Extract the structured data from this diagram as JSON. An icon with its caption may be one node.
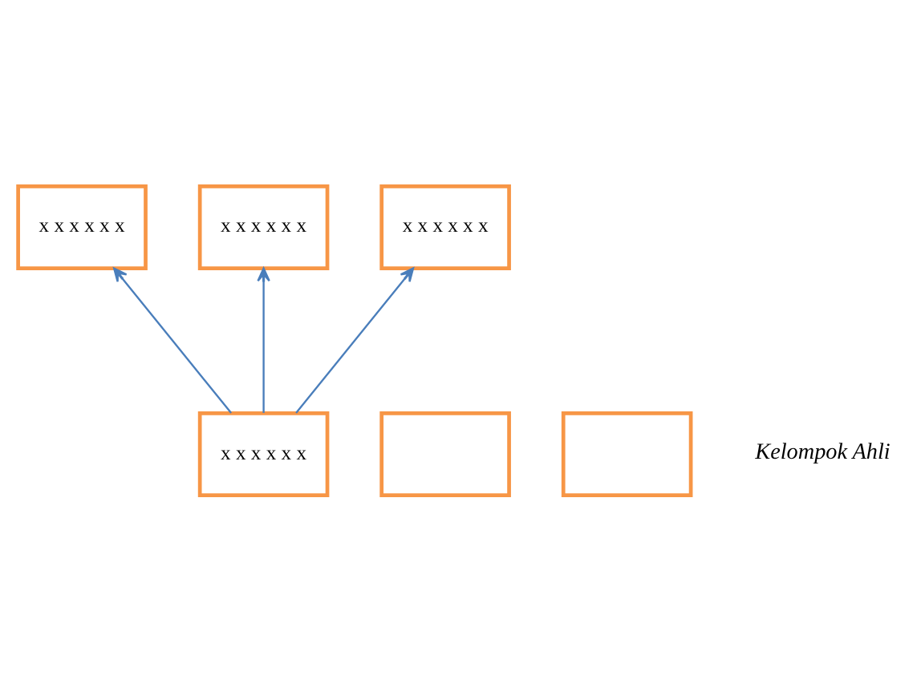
{
  "diagram": {
    "nodes": [
      {
        "text": [
          "x x x x x x"
        ]
      },
      {
        "text": [
          "x x x x x x"
        ]
      },
      {
        "text": [
          "x x x x x x"
        ]
      },
      {
        "text": [
          "x x x x x x"
        ]
      },
      {
        "text": [],
        "shape": "box"
      },
      {
        "text": [],
        "shape": "box"
      }
    ],
    "edges": [
      {
        "from": 3,
        "to": 0,
        "arrow": "to"
      },
      {
        "from": 3,
        "to": 1,
        "arrow": "to"
      },
      {
        "from": 3,
        "to": 2,
        "arrow": "to"
      }
    ],
    "labels": [
      "Kelompok Ahli"
    ]
  }
}
